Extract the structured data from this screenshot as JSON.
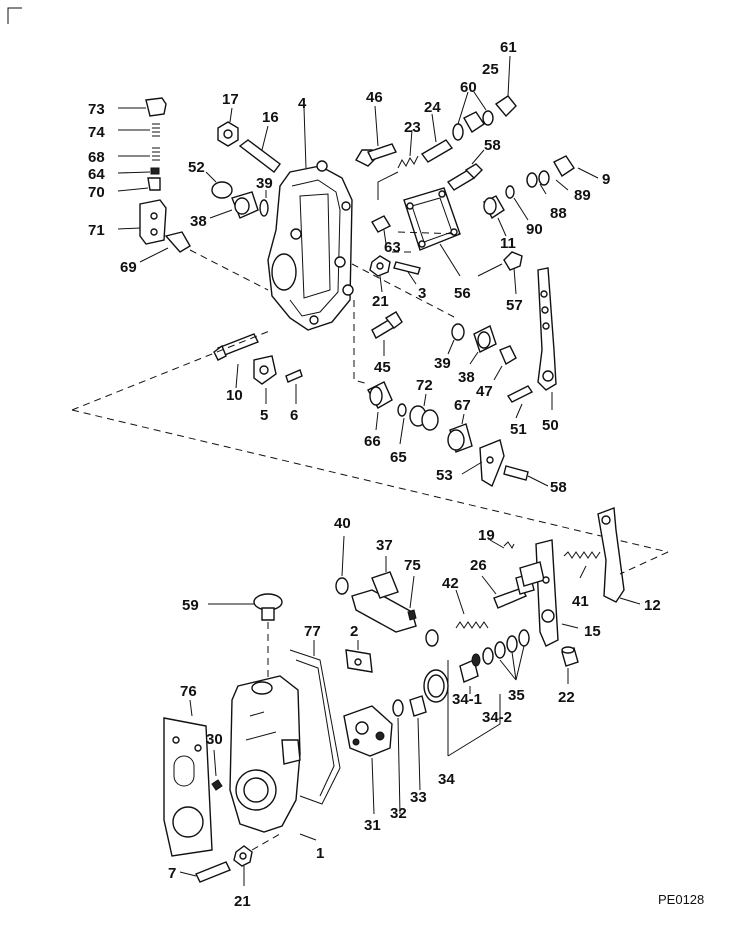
{
  "drawing_code": "PE0128",
  "part_labels": [
    "73",
    "74",
    "68",
    "64",
    "70",
    "71",
    "69",
    "17",
    "16",
    "4",
    "46",
    "23",
    "24",
    "60",
    "25",
    "61",
    "52",
    "39",
    "38",
    "58",
    "9",
    "89",
    "88",
    "90",
    "11",
    "63",
    "21",
    "3",
    "56",
    "57",
    "10",
    "5",
    "6",
    "45",
    "39",
    "38",
    "47",
    "51",
    "50",
    "72",
    "67",
    "66",
    "65",
    "53",
    "58",
    "40",
    "37",
    "75",
    "19",
    "26",
    "42",
    "41",
    "12",
    "15",
    "59",
    "2",
    "77",
    "35",
    "22",
    "76",
    "30",
    "34-1",
    "34-2",
    "31",
    "32",
    "33",
    "34",
    "1",
    "7",
    "21"
  ]
}
